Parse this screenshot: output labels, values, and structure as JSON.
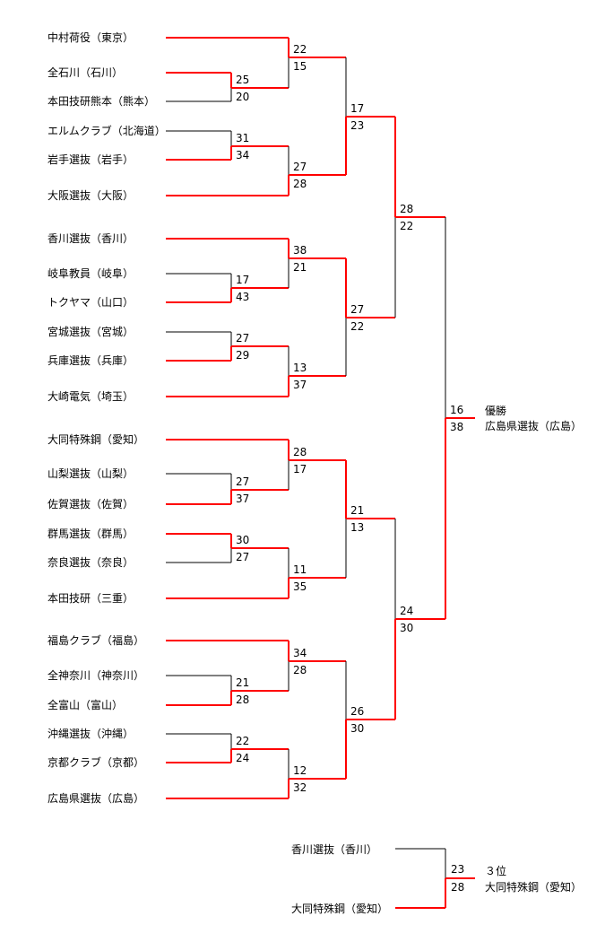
{
  "colors": {
    "winner_line": "#ff0000",
    "loser_line": "#000000"
  },
  "teams": [
    "中村荷役（東京）",
    "全石川（石川）",
    "本田技研熊本（熊本）",
    "エルムクラブ（北海道）",
    "岩手選抜（岩手）",
    "大阪選抜（大阪）",
    "香川選抜（香川）",
    "岐阜教員（岐阜）",
    "トクヤマ（山口）",
    "宮城選抜（宮城）",
    "兵庫選抜（兵庫）",
    "大崎電気（埼玉）",
    "大同特殊鋼（愛知）",
    "山梨選抜（山梨）",
    "佐賀選抜（佐賀）",
    "群馬選抜（群馬）",
    "奈良選抜（奈良）",
    "本田技研（三重）",
    "福島クラブ（福島）",
    "全神奈川（神奈川）",
    "全富山（富山）",
    "沖縄選抜（沖縄）",
    "京都クラブ（京都）",
    "広島県選抜（広島）"
  ],
  "matches": [
    {
      "scores": [
        25,
        20
      ]
    },
    {
      "scores": [
        22,
        15
      ]
    },
    {
      "scores": [
        31,
        34
      ]
    },
    {
      "scores": [
        27,
        28
      ]
    },
    {
      "scores": [
        17,
        23
      ]
    },
    {
      "scores": [
        17,
        43
      ]
    },
    {
      "scores": [
        38,
        21
      ]
    },
    {
      "scores": [
        27,
        29
      ]
    },
    {
      "scores": [
        13,
        37
      ]
    },
    {
      "scores": [
        27,
        22
      ]
    },
    {
      "scores": [
        28,
        22
      ]
    },
    {
      "scores": [
        27,
        37
      ]
    },
    {
      "scores": [
        28,
        17
      ]
    },
    {
      "scores": [
        30,
        27
      ]
    },
    {
      "scores": [
        11,
        35
      ]
    },
    {
      "scores": [
        21,
        13
      ]
    },
    {
      "scores": [
        21,
        28
      ]
    },
    {
      "scores": [
        34,
        28
      ]
    },
    {
      "scores": [
        22,
        24
      ]
    },
    {
      "scores": [
        12,
        32
      ]
    },
    {
      "scores": [
        26,
        30
      ]
    },
    {
      "scores": [
        24,
        30
      ]
    },
    {
      "scores": [
        16,
        38
      ]
    }
  ],
  "champion": {
    "label": "優勝",
    "team": "広島県選抜（広島）"
  },
  "third_place": {
    "teams": [
      "香川選抜（香川）",
      "大同特殊鋼（愛知）"
    ],
    "scores": [
      23,
      28
    ],
    "label": "３位",
    "team": "大同特殊鋼（愛知）"
  }
}
